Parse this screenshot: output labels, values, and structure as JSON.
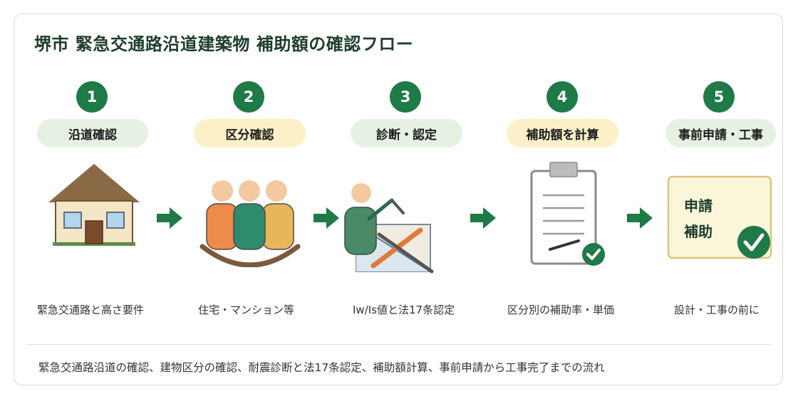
{
  "title": "堺市 緊急交通路沿道建築物 補助額の確認フロー",
  "steps": [
    {
      "number": "1",
      "label": "沿道確認",
      "caption": "緊急交通路と高さ要件",
      "pill_color": "#e6f1e3"
    },
    {
      "number": "2",
      "label": "区分確認",
      "caption": "住宅・マンション等",
      "pill_color": "#fbf0c8"
    },
    {
      "number": "3",
      "label": "診断・認定",
      "caption": "Iw/Is値と法17条認定",
      "pill_color": "#e6f1e3"
    },
    {
      "number": "4",
      "label": "補助額を計算",
      "caption": "区分別の補助率・単価",
      "pill_color": "#fbf0c8"
    },
    {
      "number": "5",
      "label": "事前申請・工事",
      "caption": "設計・工事の前に",
      "pill_color": "#e6f1e3"
    }
  ],
  "note": {
    "line1": "申請",
    "line2": "補助"
  },
  "footer": "緊急交通路沿道の確認、建物区分の確認、耐震診断と法17条認定、補助額計算、事前申請から工事完了までの流れ",
  "colors": {
    "accent_green": "#1e7a46",
    "title": "#1f3d2b"
  },
  "icons": [
    "house-icon",
    "people-icon",
    "inspector-icon",
    "clipboard-icon",
    "application-note-icon"
  ]
}
